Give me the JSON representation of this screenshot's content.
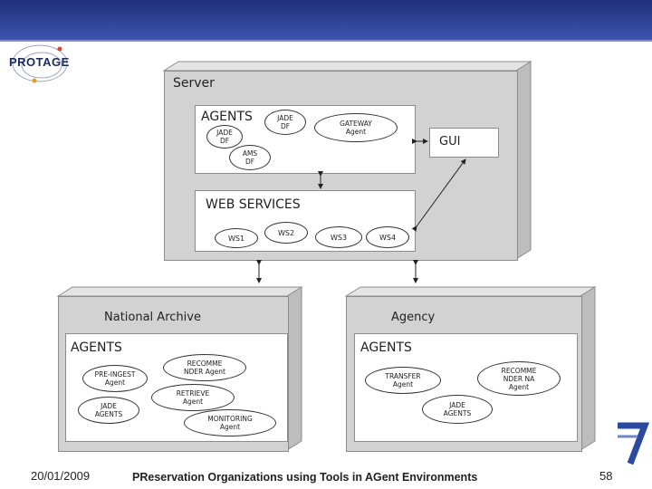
{
  "logo": {
    "text": "PROTAGE"
  },
  "server": {
    "title": "Server",
    "agents_title": "AGENTS",
    "agents": [
      "JADE\nDF",
      "JADE\nDF",
      "AMS\nDF",
      "GATEWAY\nAgent"
    ],
    "web_services_title": "WEB SERVICES",
    "services": [
      "WS1",
      "WS2",
      "WS3",
      "WS4"
    ],
    "gui": "GUI"
  },
  "national_archive": {
    "title": "National Archive",
    "agents_title": "AGENTS",
    "agents": [
      "RECOMME\nNDER Agent",
      "PRE-INGEST\nAgent",
      "RETRIEVE\nAgent",
      "JADE\nAGENTS",
      "MONITORING\nAgent"
    ]
  },
  "agency": {
    "title": "Agency",
    "agents_title": "AGENTS",
    "agents": [
      "RECOMME\nNDER NA\nAgent",
      "TRANSFER\nAgent",
      "JADE\nAGENTS"
    ]
  },
  "footer": {
    "date": "20/01/2009",
    "title": "PReservation Organizations using Tools in AGent Environments",
    "page": "58"
  },
  "colors": {
    "header": "#2b3f95",
    "box_fill": "#d2d2d2",
    "box_side": "#bdbdbd"
  }
}
